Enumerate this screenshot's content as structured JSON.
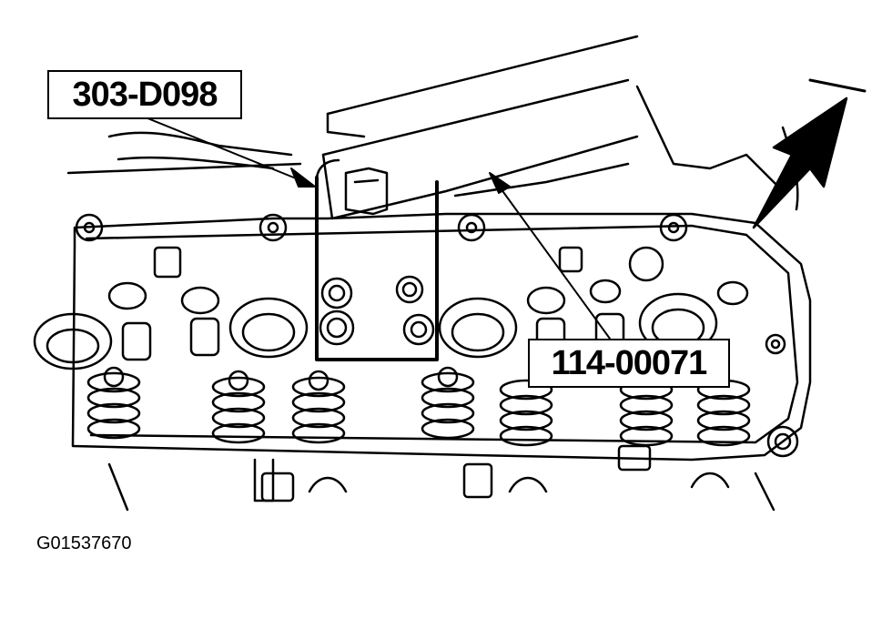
{
  "callouts": {
    "tool_a": "303-D098",
    "tool_b": "114-00071"
  },
  "figure_id": "G01537670",
  "colors": {
    "line": "#000000",
    "background": "#ffffff"
  }
}
